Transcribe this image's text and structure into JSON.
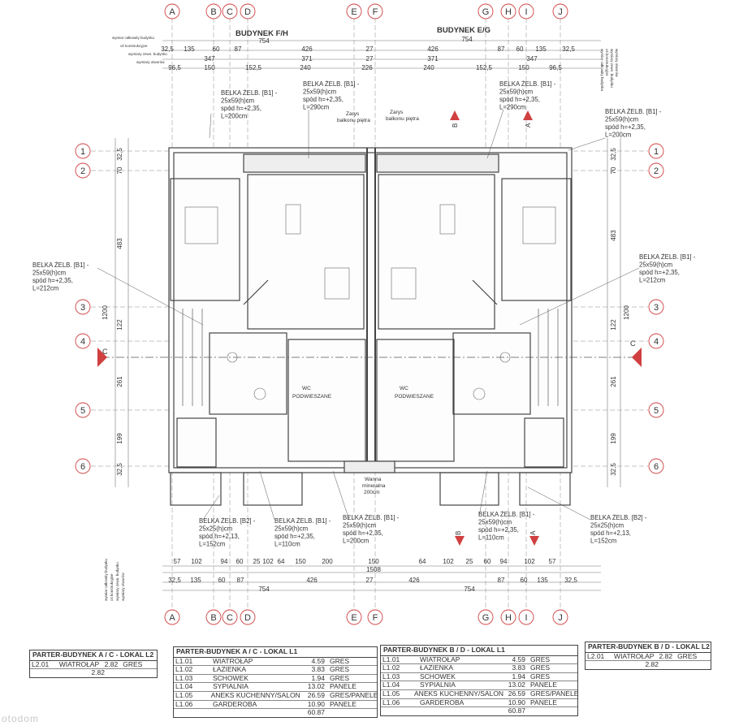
{
  "header": {
    "building_fh": "BUDYNEK F/H",
    "building_eg": "BUDYNEK E/G"
  },
  "grid_letters": [
    "A",
    "B",
    "C",
    "D",
    "E",
    "F",
    "G",
    "H",
    "I",
    "J"
  ],
  "grid_numbers": [
    "1",
    "2",
    "3",
    "4",
    "5",
    "6"
  ],
  "dimensions": {
    "top_total_left": "754",
    "top_total_right": "754",
    "top_row2": [
      "32,5",
      "135",
      "60",
      "87",
      "426",
      "27",
      "426",
      "87",
      "60",
      "135",
      "32,5"
    ],
    "top_row3": [
      "347",
      "371",
      "27",
      "371",
      "347"
    ],
    "top_row4": [
      "96,5",
      "150",
      "152,5",
      "240",
      "226",
      "240",
      "152,5",
      "150",
      "96,5"
    ],
    "bottom_row1": [
      "57",
      "102",
      "94",
      "60",
      "25",
      "102",
      "64",
      "150",
      "200",
      "150",
      "64",
      "102",
      "25",
      "60",
      "94",
      "102",
      "57"
    ],
    "bottom_total": "1508",
    "bottom_row2": [
      "32,5",
      "135",
      "60",
      "87",
      "426",
      "27",
      "426",
      "87",
      "60",
      "135",
      "32,5"
    ],
    "bottom_row3_left": "754",
    "bottom_row3_right": "754",
    "left_side": [
      "32,5",
      "70",
      "483",
      "122",
      "1200",
      "261",
      "199",
      "32,5"
    ],
    "right_side": [
      "32,5",
      "70",
      "483",
      "1200",
      "122",
      "261",
      "199",
      "32,5"
    ],
    "side_labels": [
      "wymiar całkowity budynku",
      "oś konstrukcyjne",
      "wymiary zewn. budynku",
      "wymiary otworów"
    ]
  },
  "beams": [
    {
      "title": "BELKA ŻELB. [B1] -",
      "size": "25x59(h)cm",
      "spod": "spód h=+2,35,",
      "length": "L=200cm"
    },
    {
      "title": "BELKA ŻELB. [B1] -",
      "size": "25x59(h)cm",
      "spod": "spód h=+2,35,",
      "length": "L=290cm"
    },
    {
      "title": "BELKA ŻELB. [B1] -",
      "size": "25x59(h)cm",
      "spod": "spód h=+2,35,",
      "length": "L=290cm"
    },
    {
      "title": "BELKA ŻELB. [B1] -",
      "size": "25x59(h)cm",
      "spod": "spód h=+2,35,",
      "length": "L=200cm"
    },
    {
      "title": "BELKA ŻELB. [B1] -",
      "size": "25x59(h)cm",
      "spod": "spód h=+2,35,",
      "length": "L=212cm"
    },
    {
      "title": "BELKA ŻELB. [B1] -",
      "size": "25x59(h)cm",
      "spod": "spód h=+2,35,",
      "length": "L=212cm"
    },
    {
      "title": "BELKA ŻELB. [B2] -",
      "size": "25x25(h)cm",
      "spod": "spód h=+2,13,",
      "length": "L=152cm"
    },
    {
      "title": "BELKA ŻELB. [B1] -",
      "size": "25x59(h)cm",
      "spod": "spód h=+2,35,",
      "length": "L=110cm"
    },
    {
      "title": "BELKA ŻELB. [B1] -",
      "size": "25x59(h)cm",
      "spod": "spód h=+2,35,",
      "length": "L=200cm"
    },
    {
      "title": "BELKA ŻELB. [B1] -",
      "size": "25x59(h)cm",
      "spod": "spód h=+2,35,",
      "length": "L=110cm"
    },
    {
      "title": "BELKA ŻELB. [B2] -",
      "size": "25x25(h)cm",
      "spod": "spód h=+2,13,",
      "length": "L=152cm"
    }
  ],
  "labels": {
    "zarys1": "Zarys",
    "zarys1b": "balkonu piętra",
    "zarys2": "Zarys",
    "zarys2b": "balkonu piętra",
    "wc_left": "WC",
    "wc_left_b": "PODWIESZANE",
    "wc_right": "WC",
    "wc_right_b": "PODWIESZANE",
    "wanna1": "Wanna",
    "wanna2": "mineralna",
    "wanna3": "200cm",
    "section_a": "A",
    "section_b": "B",
    "section_c": "C"
  },
  "tables": {
    "left_l2": {
      "title": "PARTER-BUDYNEK A / C - LOKAL L2",
      "rows": [
        {
          "id": "L2.01",
          "name": "WIATROŁAP",
          "area": "2.82",
          "finish": "GRES"
        },
        {
          "id": "",
          "name": "",
          "area": "2.82",
          "finish": ""
        }
      ]
    },
    "ac_l1": {
      "title": "PARTER-BUDYNEK A / C - LOKAL L1",
      "rows": [
        {
          "id": "L1.01",
          "name": "WIATROŁAP",
          "area": "4.59",
          "finish": "GRES"
        },
        {
          "id": "L1.02",
          "name": "ŁAZIENKA",
          "area": "3.83",
          "finish": "GRES"
        },
        {
          "id": "L1.03",
          "name": "SCHOWEK",
          "area": "1.94",
          "finish": "GRES"
        },
        {
          "id": "L1.04",
          "name": "SYPIALNIA",
          "area": "13.02",
          "finish": "PANELE"
        },
        {
          "id": "L1.05",
          "name": "ANEKS KUCHENNY/SALON",
          "area": "26.59",
          "finish": "GRES/PANELE"
        },
        {
          "id": "L1.06",
          "name": "GARDEROBA",
          "area": "10.90",
          "finish": "PANELE"
        },
        {
          "id": "",
          "name": "",
          "area": "60.87",
          "finish": ""
        }
      ]
    },
    "bd_l1": {
      "title": "PARTER-BUDYNEK B / D - LOKAL L1",
      "rows": [
        {
          "id": "L1.01",
          "name": "WIATROŁAP",
          "area": "4.59",
          "finish": "GRES"
        },
        {
          "id": "L1.02",
          "name": "ŁAZIENKA",
          "area": "3.83",
          "finish": "GRES"
        },
        {
          "id": "L1.03",
          "name": "SCHOWEK",
          "area": "1.94",
          "finish": "GRES"
        },
        {
          "id": "L1.04",
          "name": "SYPIALNIA",
          "area": "13.02",
          "finish": "PANELE"
        },
        {
          "id": "L1.05",
          "name": "ANEKS KUCHENNY/SALON",
          "area": "26.59",
          "finish": "GRES/PANELE"
        },
        {
          "id": "L1.06",
          "name": "GARDEROBA",
          "area": "10.90",
          "finish": "PANELE"
        },
        {
          "id": "",
          "name": "",
          "area": "60.87",
          "finish": ""
        }
      ]
    },
    "right_l2": {
      "title": "PARTER-BUDYNEK B / D - LOKAL L2",
      "rows": [
        {
          "id": "L2.01",
          "name": "WIATROŁAP",
          "area": "2.82",
          "finish": "GRES"
        },
        {
          "id": "",
          "name": "",
          "area": "2.82",
          "finish": ""
        }
      ]
    }
  },
  "watermark": "otodom",
  "colors": {
    "line": "#555555",
    "accent": "#d04040",
    "dim": "#777777"
  }
}
